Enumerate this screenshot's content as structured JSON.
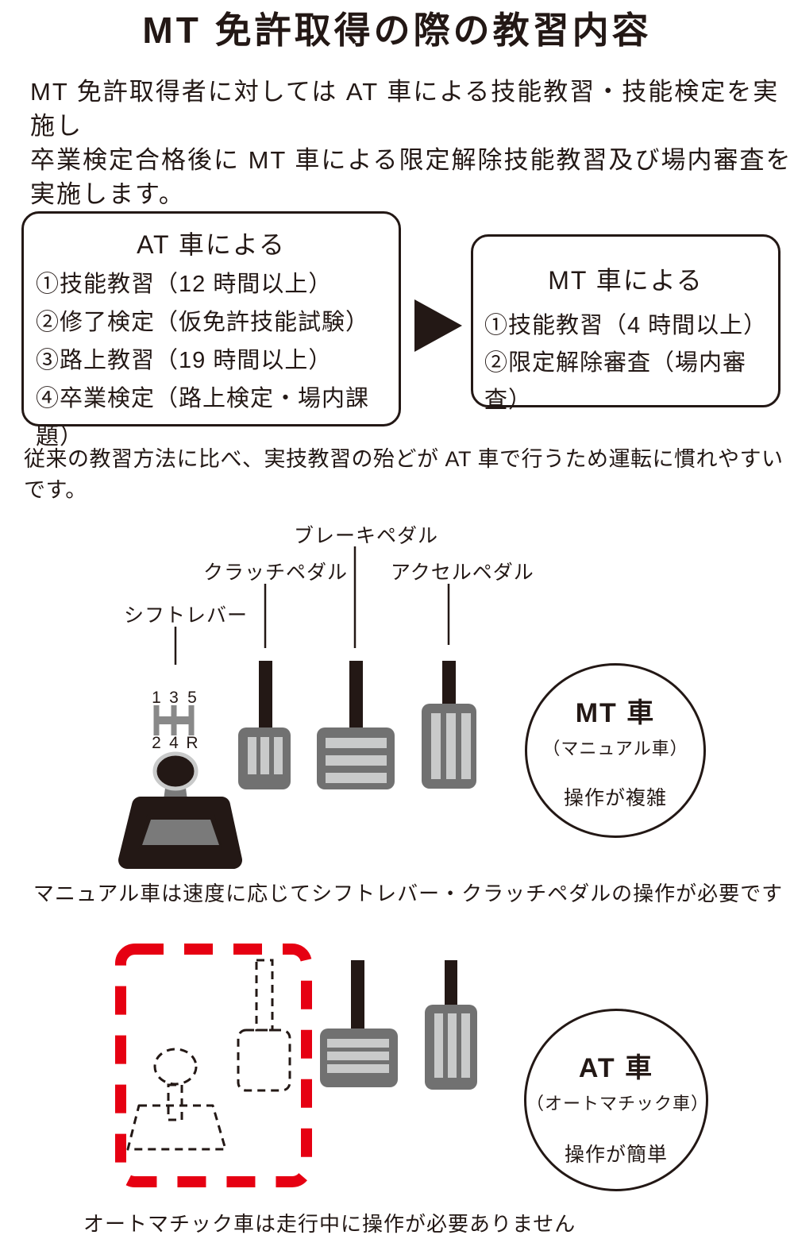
{
  "page": {
    "title": "MT 免許取得の際の教習内容",
    "intro_lines": [
      "MT 免許取得者に対しては AT 車による技能教習・技能検定を実施し",
      "卒業検定合格後に MT 車による限定解除技能教習及び場内審査を",
      "実施します。"
    ],
    "note": "従来の教習方法に比べ、実技教習の殆どが AT 車で行うため運転に慣れやすいです。"
  },
  "flow": {
    "at_box": {
      "title": "AT 車による",
      "items": [
        "①技能教習（12 時間以上）",
        "②修了検定（仮免許技能試験）",
        "③路上教習（19 時間以上）",
        "④卒業検定（路上検定・場内課題）"
      ]
    },
    "mt_box": {
      "title": "MT 車による",
      "items": [
        "①技能教習（4 時間以上）",
        "②限定解除審査（場内審査）"
      ]
    }
  },
  "mt_diagram": {
    "labels": {
      "shift": "シフトレバー",
      "clutch": "クラッチペダル",
      "brake": "ブレーキペダル",
      "accel": "アクセルペダル"
    },
    "gear": [
      "1",
      "3",
      "5",
      "2",
      "4",
      "R"
    ],
    "badge": {
      "title": "MT 車",
      "subtitle": "（マニュアル車）",
      "desc": "操作が複雑"
    },
    "caption": "マニュアル車は速度に応じてシフトレバー・クラッチペダルの操作が必要です"
  },
  "at_diagram": {
    "badge": {
      "title": "AT 車",
      "subtitle": "（オートマチック車）",
      "desc": "操作が簡単"
    },
    "caption": "オートマチック車は走行中に操作が必要ありません"
  },
  "colors": {
    "ink": "#231815",
    "pedal_gray": "#717171",
    "stripe_gray": "#c9caca",
    "lever_gray": "#7a7a7a",
    "pattern_gray": "#898989",
    "accent_red": "#e60012"
  }
}
